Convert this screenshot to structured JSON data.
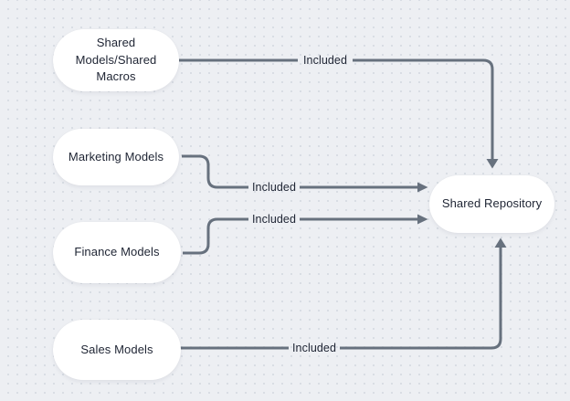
{
  "colors": {
    "background": "#edeff3",
    "dot_grid": "#d5dae1",
    "node_fill": "#ffffff",
    "line": "#67717e",
    "text": "#1e2433"
  },
  "diagram": {
    "type": "flowchart",
    "nodes": [
      {
        "id": "shared-models",
        "label": "Shared Models/Shared Macros"
      },
      {
        "id": "marketing-models",
        "label": "Marketing Models"
      },
      {
        "id": "finance-models",
        "label": "Finance Models"
      },
      {
        "id": "sales-models",
        "label": "Sales Models"
      },
      {
        "id": "shared-repository",
        "label": "Shared Repository"
      }
    ],
    "edges": [
      {
        "from": "shared-models",
        "to": "shared-repository",
        "label": "Included"
      },
      {
        "from": "marketing-models",
        "to": "shared-repository",
        "label": "Included"
      },
      {
        "from": "finance-models",
        "to": "shared-repository",
        "label": "Included"
      },
      {
        "from": "sales-models",
        "to": "shared-repository",
        "label": "Included"
      }
    ]
  }
}
